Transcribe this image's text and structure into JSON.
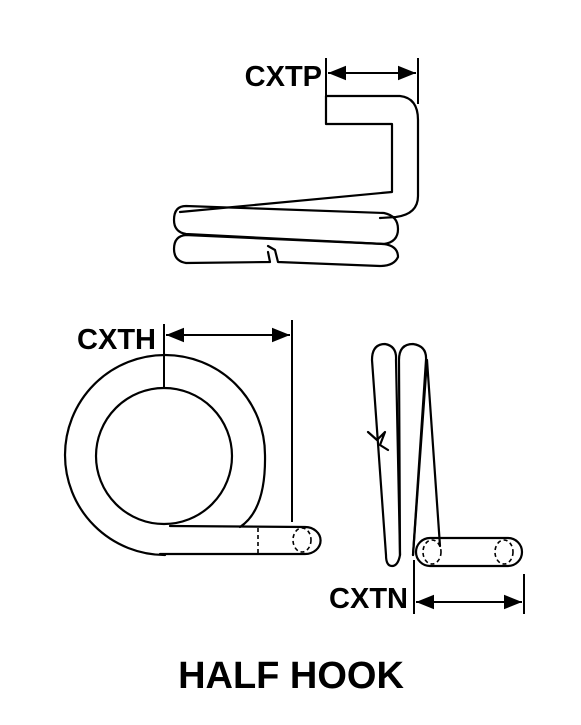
{
  "labels": {
    "pitch": "CXTP",
    "hook_length": "CXTH",
    "hook_offset": "CXTN"
  },
  "caption": "HALF HOOK",
  "colors": {
    "ink": "#000000",
    "background": "#ffffff"
  }
}
